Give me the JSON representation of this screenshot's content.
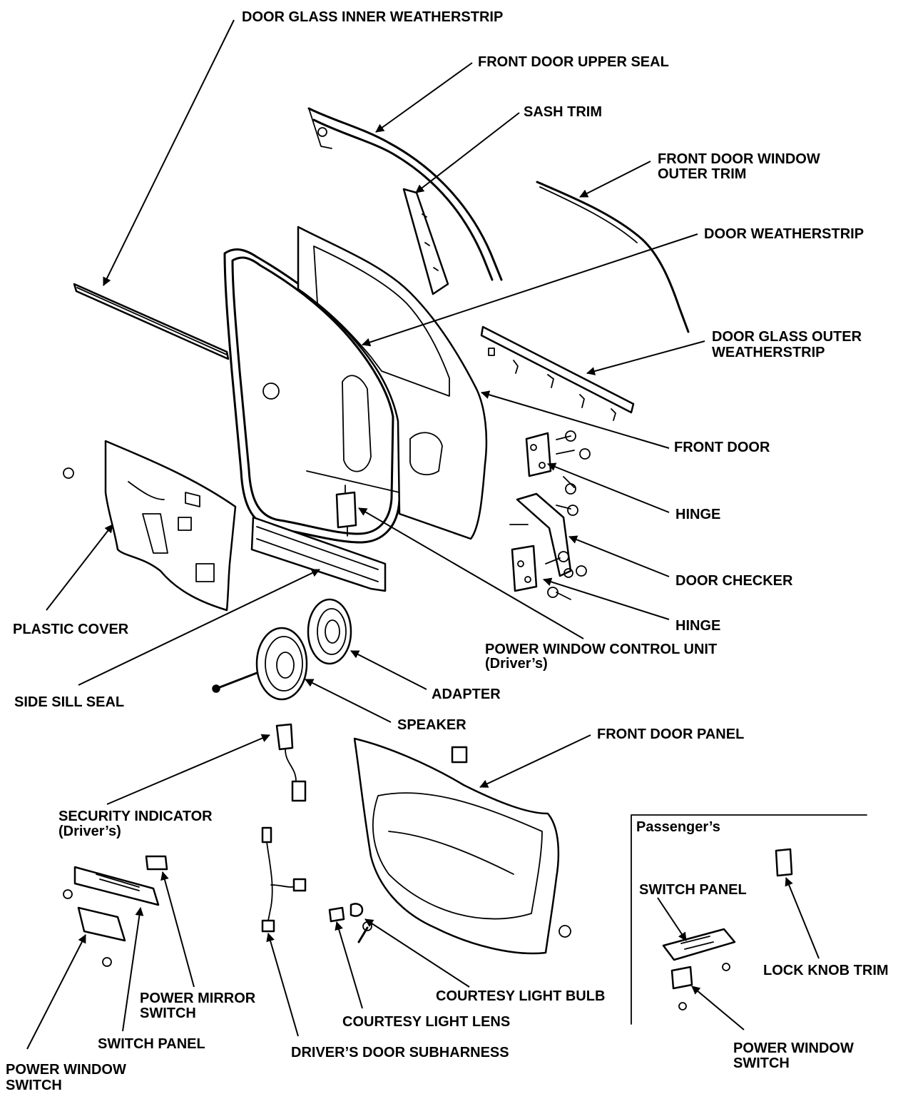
{
  "labels": {
    "door_glass_inner_weatherstrip": "DOOR GLASS INNER WEATHERSTRIP",
    "front_door_upper_seal": "FRONT DOOR UPPER SEAL",
    "sash_trim": "SASH TRIM",
    "front_door_window_outer_trim_1": "FRONT DOOR WINDOW",
    "front_door_window_outer_trim_2": "OUTER TRIM",
    "door_weatherstrip": "DOOR WEATHERSTRIP",
    "door_glass_outer_weatherstrip_1": "DOOR GLASS OUTER",
    "door_glass_outer_weatherstrip_2": "WEATHERSTRIP",
    "front_door": "FRONT DOOR",
    "hinge_upper": "HINGE",
    "door_checker": "DOOR CHECKER",
    "hinge_lower": "HINGE",
    "plastic_cover": "PLASTIC COVER",
    "power_window_control_unit_1": "POWER WINDOW CONTROL UNIT",
    "power_window_control_unit_2": "(Driver’s)",
    "side_sill_seal": "SIDE SILL SEAL",
    "adapter": "ADAPTER",
    "speaker": "SPEAKER",
    "front_door_panel": "FRONT DOOR PANEL",
    "security_indicator_1": "SECURITY INDICATOR",
    "security_indicator_2": "(Driver’s)",
    "passengers": "Passenger’s",
    "switch_panel_passenger": "SWITCH PANEL",
    "lock_knob_trim": "LOCK KNOB TRIM",
    "power_mirror_switch_1": "POWER MIRROR",
    "power_mirror_switch_2": "SWITCH",
    "courtesy_light_bulb": "COURTESY LIGHT BULB",
    "courtesy_light_lens": "COURTESY LIGHT LENS",
    "switch_panel_driver": "SWITCH PANEL",
    "drivers_door_subharness": "DRIVER’S DOOR SUBHARNESS",
    "power_window_switch_passenger_1": "POWER WINDOW",
    "power_window_switch_passenger_2": "SWITCH",
    "power_window_switch_driver_1": "POWER WINDOW",
    "power_window_switch_driver_2": "SWITCH"
  }
}
